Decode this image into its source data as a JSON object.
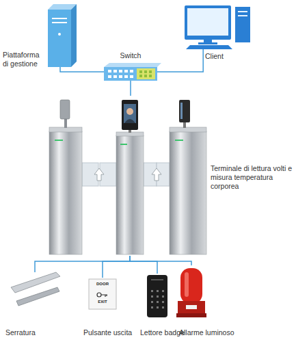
{
  "diagram": {
    "nodes": [
      {
        "text": [
          "Piattaforma di gestione"
        ]
      },
      {
        "text": [
          "Switch"
        ]
      },
      {
        "text": [
          "Client"
        ]
      },
      {
        "text": [
          "Terminale di lettura volti e misura temperatura corporea"
        ]
      },
      {
        "text": [
          "Serratura"
        ]
      },
      {
        "text": [
          "Pulsante uscita"
        ]
      },
      {
        "text": [
          "Lettore badge"
        ]
      },
      {
        "text": [
          "Allarme luminoso"
        ]
      }
    ],
    "edges": [
      {
        "from": 0,
        "to": 1,
        "arrow": "none"
      },
      {
        "from": 2,
        "to": 1,
        "arrow": "none"
      },
      {
        "from": 1,
        "to": 3,
        "arrow": "none"
      },
      {
        "from": 3,
        "to": 4,
        "arrow": "none"
      },
      {
        "from": 3,
        "to": 5,
        "arrow": "none"
      },
      {
        "from": 3,
        "to": 6,
        "arrow": "none"
      },
      {
        "from": 3,
        "to": 7,
        "arrow": "none"
      }
    ],
    "labels": [
      "DOOR",
      "EXIT"
    ]
  }
}
